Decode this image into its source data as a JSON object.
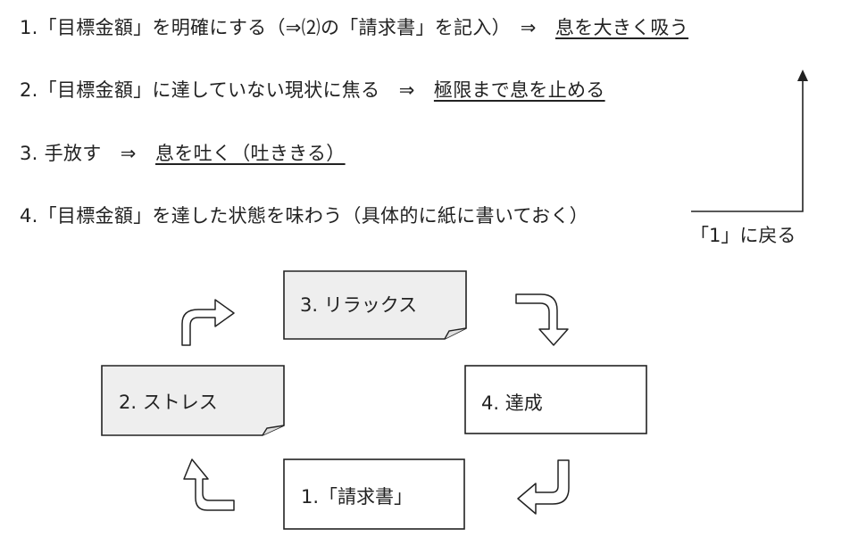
{
  "steps": [
    {
      "prefix": "1.「目標金額」を明確にする（⇒⑵の「請求書」を記入）　⇒　",
      "action": "息を大きく吸う"
    },
    {
      "prefix": "2.「目標金額」に達していない現状に焦る　⇒　",
      "action": "極限まで息を止める"
    },
    {
      "prefix": "3.  手放す　⇒　",
      "action": "息を吐く（吐ききる）"
    },
    {
      "prefix": "4.「目標金額」を達した状態を味わう（具体的に紙に書いておく）",
      "action": ""
    }
  ],
  "return_label": "「1」に戻る",
  "cycle": {
    "box1": "1.「請求書」",
    "box2": "2.  ストレス",
    "box3": "3.  リラックス",
    "box4": "4.  達成"
  },
  "colors": {
    "note_fill": "#eeeeee",
    "box_fill": "#ffffff",
    "stroke": "#222222",
    "text": "#222222"
  },
  "icons": {
    "return_connector": "return-arrow-icon",
    "cycle_arrows": "curved-arrow-icon"
  }
}
